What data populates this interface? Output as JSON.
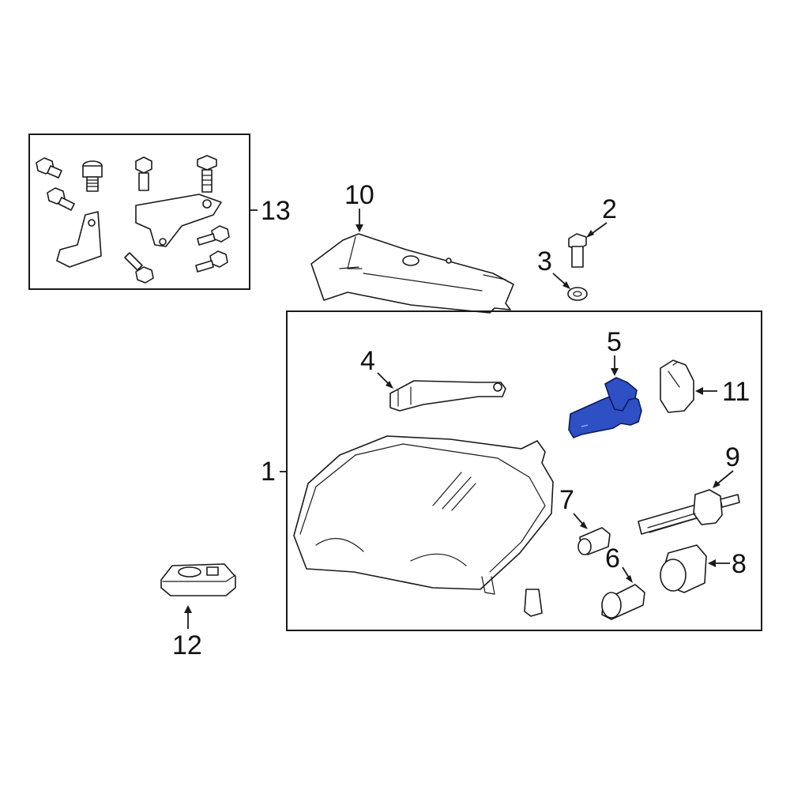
{
  "diagram": {
    "callouts": [
      {
        "id": "1",
        "text": "1"
      },
      {
        "id": "2",
        "text": "2"
      },
      {
        "id": "3",
        "text": "3"
      },
      {
        "id": "4",
        "text": "4"
      },
      {
        "id": "5",
        "text": "5"
      },
      {
        "id": "6",
        "text": "6"
      },
      {
        "id": "7",
        "text": "7"
      },
      {
        "id": "8",
        "text": "8"
      },
      {
        "id": "9",
        "text": "9"
      },
      {
        "id": "10",
        "text": "10"
      },
      {
        "id": "11",
        "text": "11"
      },
      {
        "id": "12",
        "text": "12"
      },
      {
        "id": "13",
        "text": "13"
      }
    ],
    "highlighted_part": "5",
    "colors": {
      "highlight": "#2f4fc4",
      "line": "#1a1a1a",
      "background": "#ffffff"
    }
  }
}
